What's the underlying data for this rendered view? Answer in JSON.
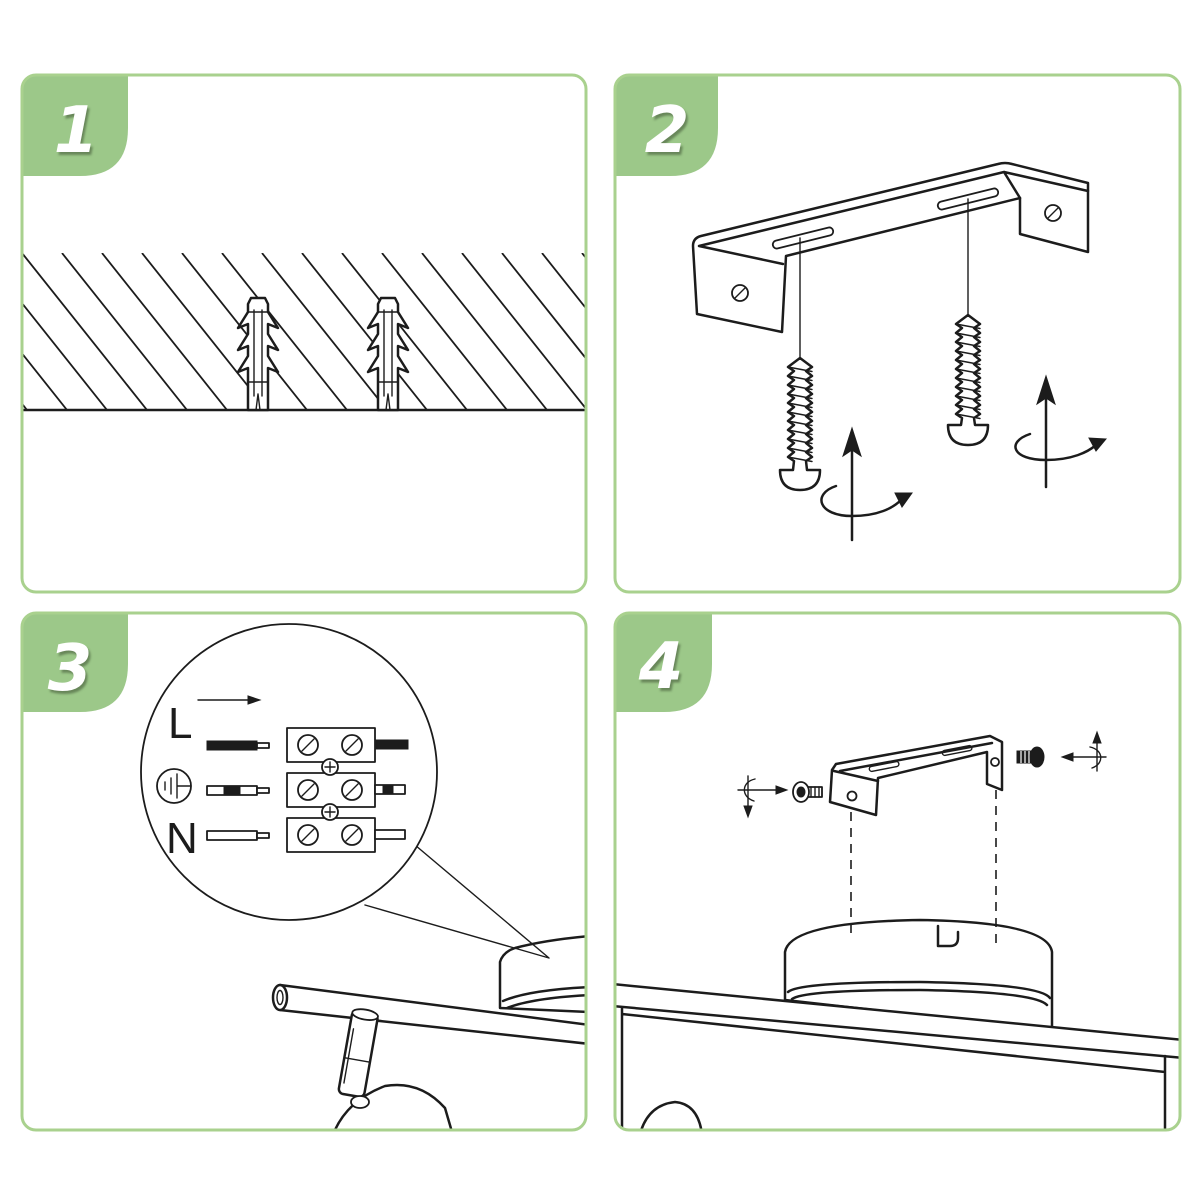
{
  "panels": [
    {
      "step": "1"
    },
    {
      "step": "2"
    },
    {
      "step": "3"
    },
    {
      "step": "4"
    }
  ],
  "wiring": {
    "live_label": "L",
    "earth_icon": "earth-ground-icon",
    "neutral_label": "N"
  },
  "colors": {
    "panel_border": "#a9d18e",
    "step_tab": "#9cc889",
    "step_number": "#ffffff",
    "line_art": "#1c1c1c"
  }
}
